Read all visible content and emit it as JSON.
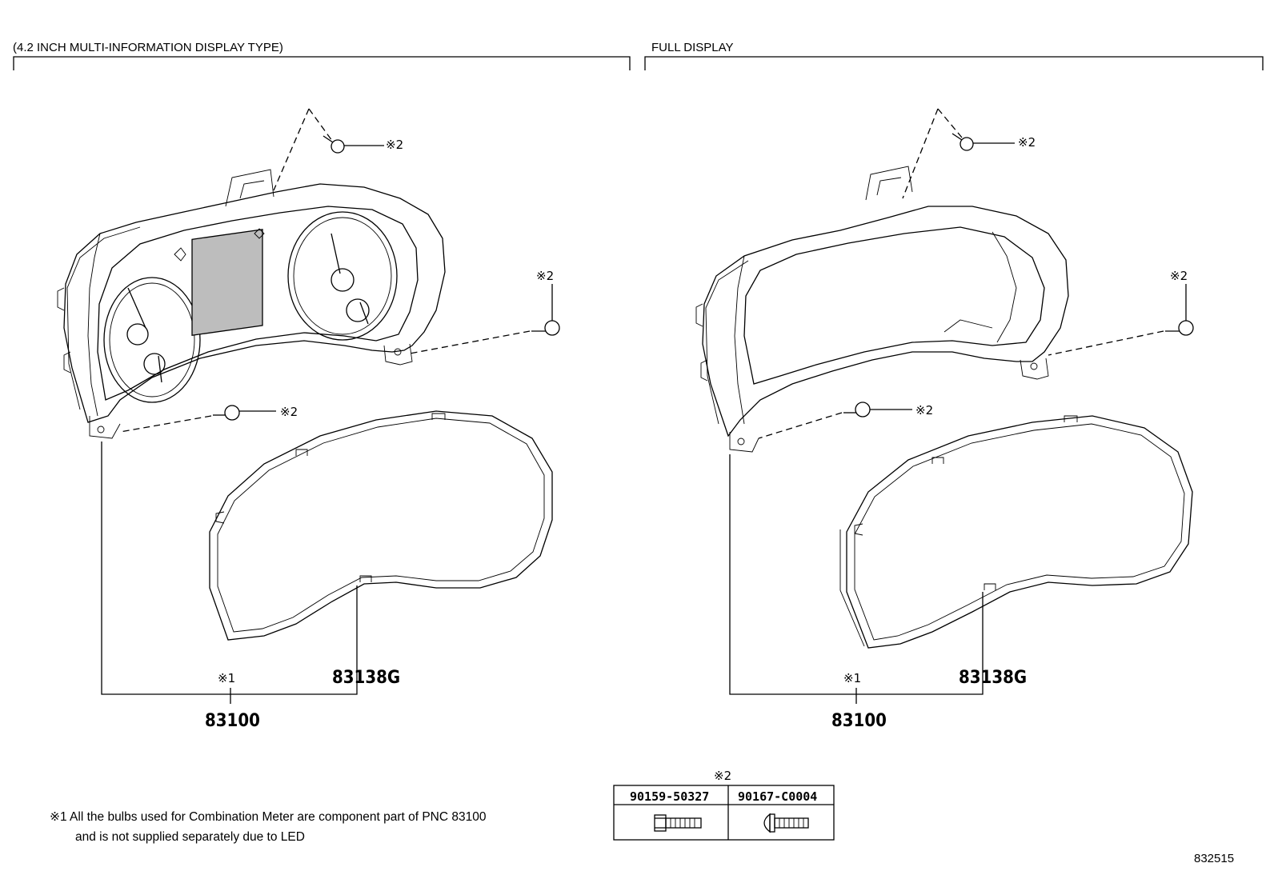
{
  "sections": {
    "left_title": "(4.2 INCH MULTI-INFORMATION DISPLAY TYPE)",
    "right_title": "FULL DISPLAY"
  },
  "refs": {
    "mark1": "※1",
    "mark2": "※2"
  },
  "parts": {
    "combination_meter": "83100",
    "glass_bezel": "83138G"
  },
  "fastener_table": {
    "header_mark": "※2",
    "columns": [
      "90159-50327",
      "90167-C0004"
    ]
  },
  "footnote": {
    "line1": "※1 All the bulbs used for Combination Meter are component part of PNC 83100",
    "line2": "and is not supplied separately due to LED"
  },
  "illustration_number": "832515"
}
